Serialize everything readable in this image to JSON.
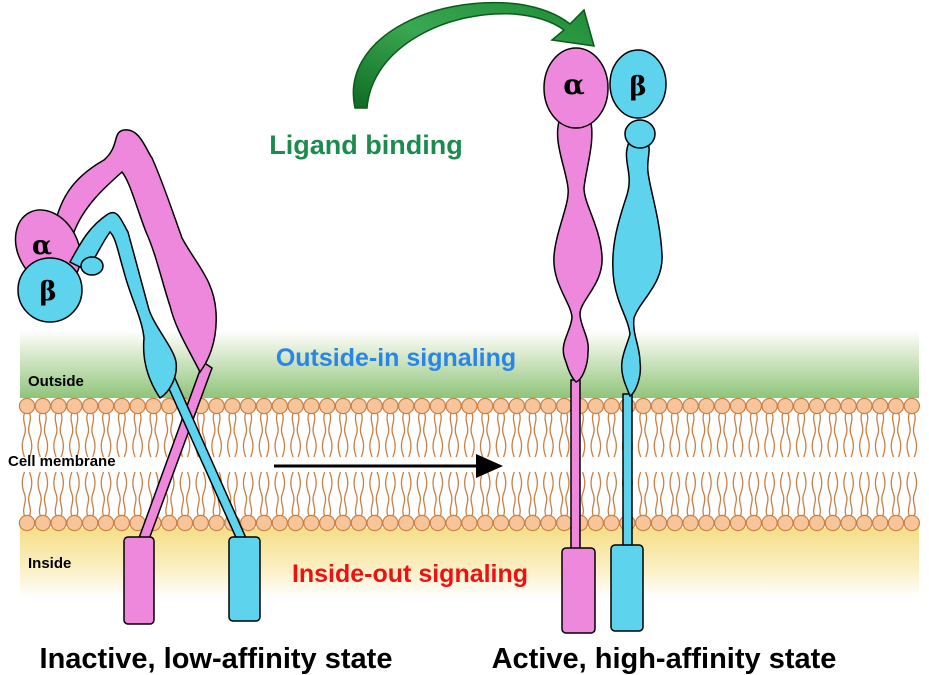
{
  "labels": {
    "ligand_binding": "Ligand binding",
    "outside_in": "Outside-in signaling",
    "inside_out": "Inside-out signaling",
    "outside": "Outside",
    "cell_membrane": "Cell membrane",
    "inside": "Inside",
    "inactive_state": "Inactive, low-affinity state",
    "active_state": "Active, high-affinity state"
  },
  "subunits": {
    "alpha": "α",
    "beta": "β"
  },
  "colors": {
    "alpha": "#ee88dd",
    "beta": "#5ed3ee",
    "ligand_text": "#1c8c4e",
    "outside_in_text": "#2a86e6",
    "inside_out_text": "#ee1111",
    "lipid_head": "#f8c49a",
    "lipid_tail": "#c88046",
    "outside_band": "#8fc47a",
    "inside_band": "#f5de86"
  }
}
